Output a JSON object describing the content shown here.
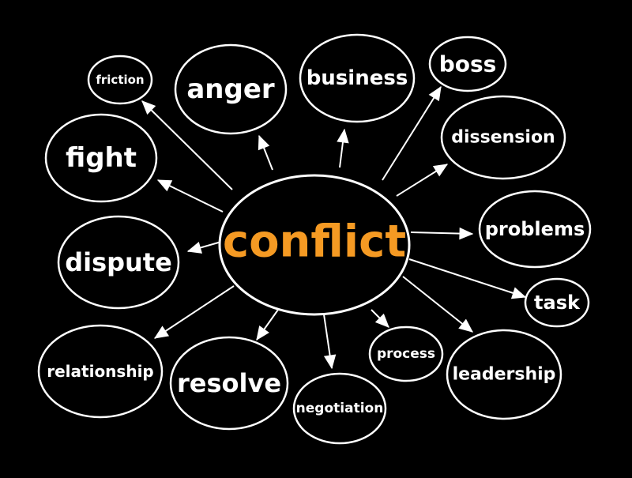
{
  "center": {
    "label": "conflict",
    "color": "#f59a23"
  },
  "nodes": [
    {
      "id": "friction",
      "label": "friction"
    },
    {
      "id": "anger",
      "label": "anger"
    },
    {
      "id": "business",
      "label": "business"
    },
    {
      "id": "boss",
      "label": "boss"
    },
    {
      "id": "dissension",
      "label": "dissension"
    },
    {
      "id": "fight",
      "label": "fight"
    },
    {
      "id": "problems",
      "label": "problems"
    },
    {
      "id": "dispute",
      "label": "dispute"
    },
    {
      "id": "task",
      "label": "task"
    },
    {
      "id": "relationship",
      "label": "relationship"
    },
    {
      "id": "resolve",
      "label": "resolve"
    },
    {
      "id": "negotiation",
      "label": "negotiation"
    },
    {
      "id": "process",
      "label": "process"
    },
    {
      "id": "leadership",
      "label": "leadership"
    }
  ],
  "colors": {
    "background": "#000000",
    "line": "#ffffff",
    "text": "#ffffff"
  }
}
